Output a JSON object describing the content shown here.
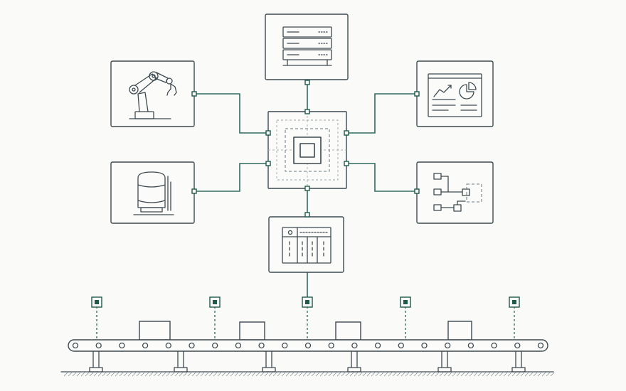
{
  "diagram": {
    "palette": {
      "outline": "#3d4a50",
      "link": "#2f6b5f",
      "accent": "#1f5a4c",
      "background": "#fafaf8"
    },
    "center": {
      "icon": "processor-chip-icon"
    },
    "nodes": [
      {
        "id": "server",
        "icon": "server-rack-icon"
      },
      {
        "id": "robot",
        "icon": "robotic-arm-icon"
      },
      {
        "id": "tank",
        "icon": "storage-tank-icon"
      },
      {
        "id": "dashboard",
        "icon": "analytics-dashboard-icon"
      },
      {
        "id": "flow",
        "icon": "process-flow-icon"
      },
      {
        "id": "plc",
        "icon": "plc-controller-icon"
      }
    ],
    "conveyor": {
      "icon": "conveyor-belt-icon",
      "sensor_count": 5,
      "package_count": 4,
      "roller_count": 21
    }
  }
}
